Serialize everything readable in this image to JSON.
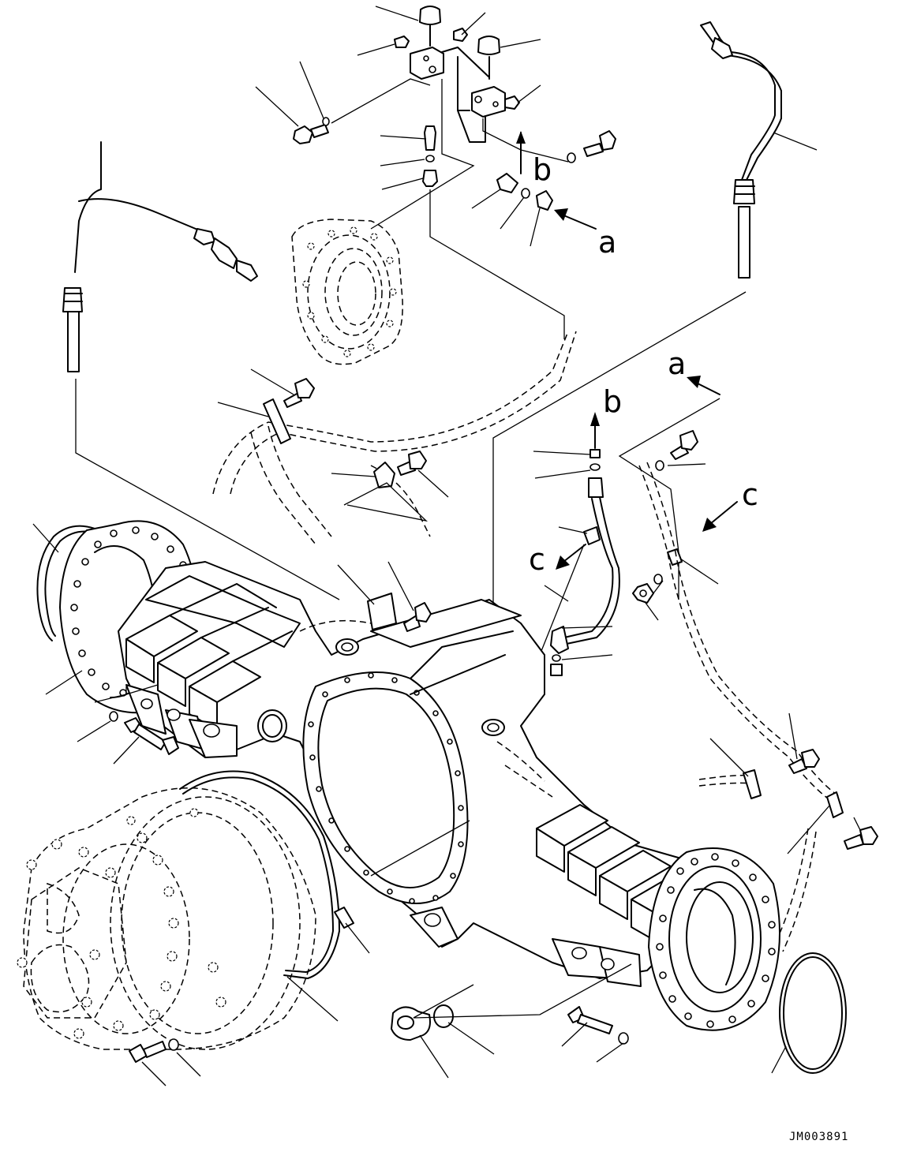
{
  "callout_letters": {
    "a_top": "a",
    "b_top": "b",
    "a_mid": "a",
    "b_mid": "b",
    "c_left": "c",
    "c_right": "c"
  },
  "drawing_code": "JM003891"
}
